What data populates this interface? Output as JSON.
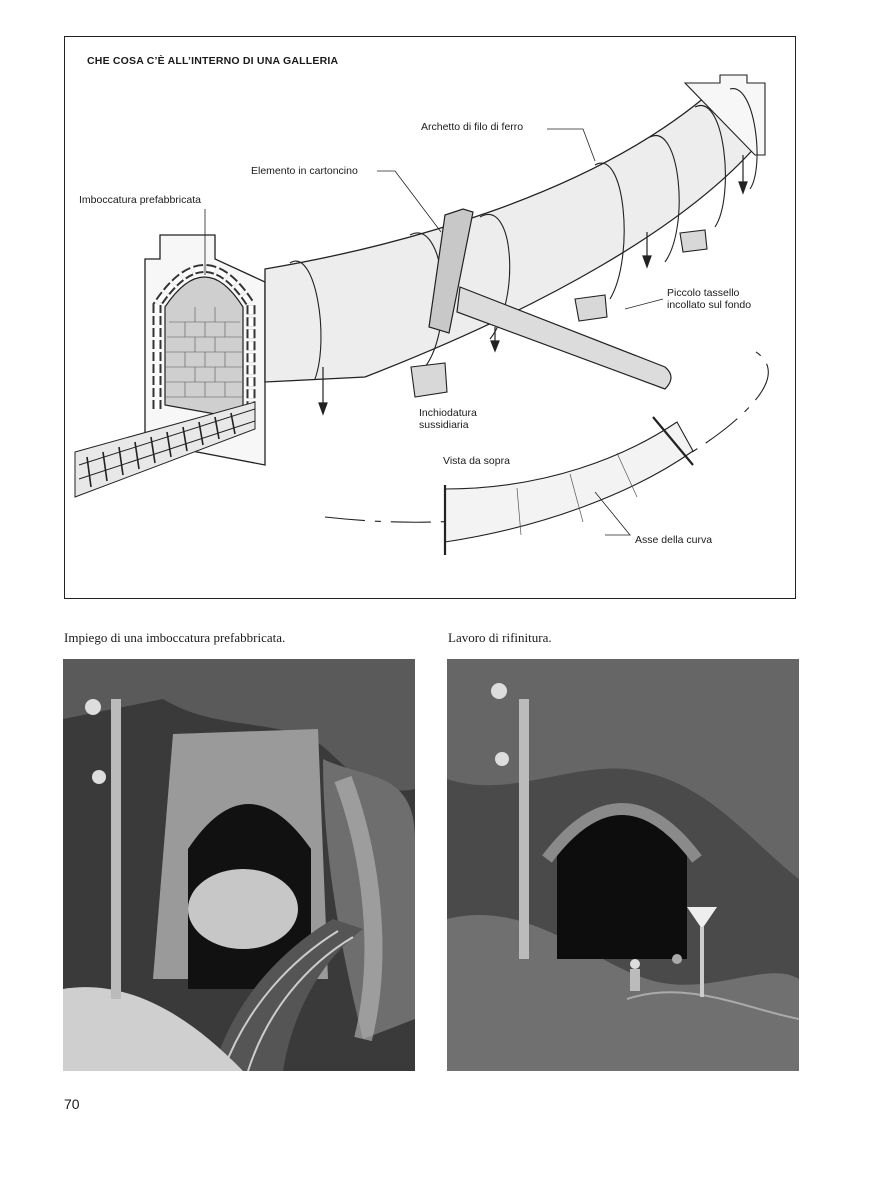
{
  "figure": {
    "title": "CHE COSA C’È ALL’INTERNO DI UNA GALLERIA",
    "labels": {
      "imboccatura": "Imboccatura prefabbricata",
      "elemento": "Elemento in cartoncino",
      "archetto": "Archetto di filo di ferro",
      "tassello_1": "Piccolo tassello",
      "tassello_2": "incollato sul fondo",
      "inchiodatura_1": "Inchiodatura",
      "inchiodatura_2": "sussidiaria",
      "vista": "Vista da sopra",
      "asse": "Asse della curva"
    }
  },
  "photos": {
    "left_caption": "Impiego di una imboccatura prefabbricata.",
    "right_caption": "Lavoro di rifinitura."
  },
  "page_number": "70"
}
